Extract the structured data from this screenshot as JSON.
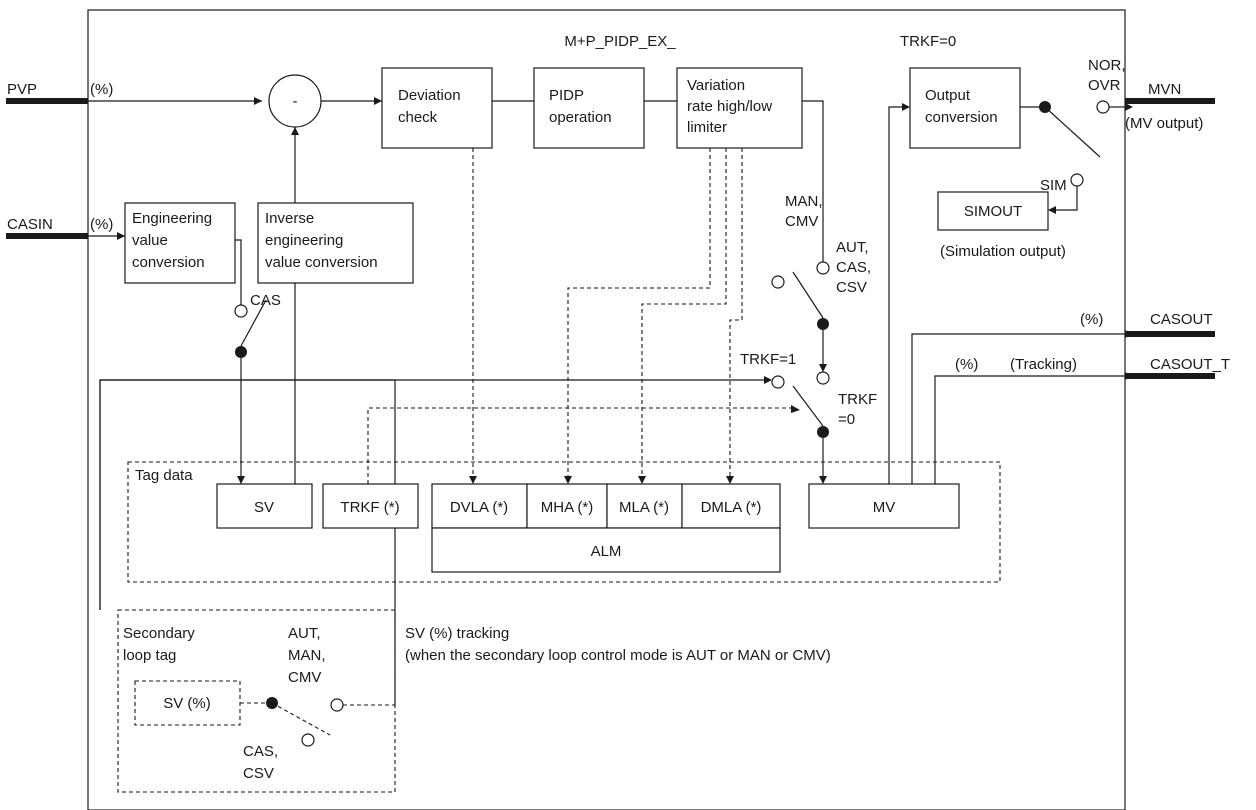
{
  "block": {
    "title": "M+P_PIDP_EX_"
  },
  "inputs": {
    "pvp": "PVP",
    "pvp_unit": "(%)",
    "casin": "CASIN",
    "casin_unit": "(%)"
  },
  "outputs": {
    "mvn": "MVN",
    "mvn_note": "(MV output)",
    "casout": "CASOUT",
    "casout_unit": "(%)",
    "casout_t": "CASOUT_T",
    "casout_t_unit": "(%)",
    "casout_t_note": "(Tracking)"
  },
  "blocks": {
    "subtractor": "-",
    "deviation_check": [
      "Deviation",
      "check"
    ],
    "pidp_operation": [
      "PIDP",
      "operation"
    ],
    "variation_limiter": [
      "Variation",
      "rate high/low",
      "limiter"
    ],
    "output_conversion": [
      "Output",
      "conversion"
    ],
    "simout": "SIMOUT",
    "simout_note": "(Simulation output)",
    "engineering_conversion": [
      "Engineering",
      "value",
      "conversion"
    ],
    "inverse_conversion": [
      "Inverse",
      "engineering",
      "value conversion"
    ]
  },
  "switches": {
    "trkf0_top": "TRKF=0",
    "nor_ovr": [
      "NOR,",
      "OVR"
    ],
    "sim": "SIM",
    "man_cmv": [
      "MAN,",
      "CMV"
    ],
    "aut_cas_csv": [
      "AUT,",
      "CAS,",
      "CSV"
    ],
    "cas": "CAS",
    "trkf1": "TRKF=1",
    "trkf0_mid": [
      "TRKF",
      "=0"
    ]
  },
  "tag_data": {
    "label": "Tag data",
    "sv": "SV",
    "trkf": "TRKF (*)",
    "dvla": "DVLA (*)",
    "mha": "MHA (*)",
    "mla": "MLA (*)",
    "dmla": "DMLA (*)",
    "alm": "ALM",
    "mv": "MV"
  },
  "secondary": {
    "title": [
      "Secondary",
      "loop tag"
    ],
    "sv": "SV (%)",
    "aut_man_cmv": [
      "AUT,",
      "MAN,",
      "CMV"
    ],
    "cas_csv": [
      "CAS,",
      "CSV"
    ],
    "tracking_note": [
      "SV (%) tracking",
      "(when the secondary loop control mode is AUT or MAN or CMV)"
    ]
  }
}
